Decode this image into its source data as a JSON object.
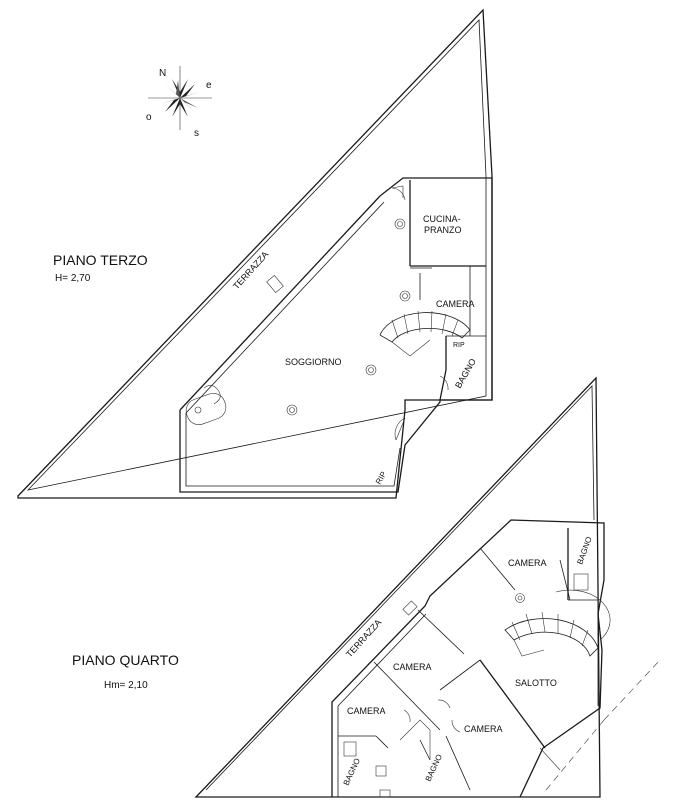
{
  "compass": {
    "n": "N",
    "e": "e",
    "s": "s",
    "o": "o"
  },
  "floor3": {
    "title": "PIANO TERZO",
    "height": "H= 2,70",
    "terrace": "TERRAZZA",
    "rooms": {
      "kitchen": "CUCINA-",
      "kitchen2": "PRANZO",
      "bedroom": "CAMERA",
      "living": "SOGGIORNO",
      "bathroom": "BAGNO",
      "storage_upper": "RIP",
      "storage_lower": "RIP"
    }
  },
  "floor4": {
    "title": "PIANO QUARTO",
    "height": "Hm= 2,10",
    "terrace": "TERRAZZA",
    "rooms": {
      "bedroom_top": "CAMERA",
      "bathroom_top": "BAGNO",
      "bedroom_mid": "CAMERA",
      "bedroom_left": "CAMERA",
      "lounge": "SALOTTO",
      "bedroom_bottom": "CAMERA",
      "bathroom_left": "BAGNO",
      "bathroom_center": "BAGNO"
    }
  }
}
